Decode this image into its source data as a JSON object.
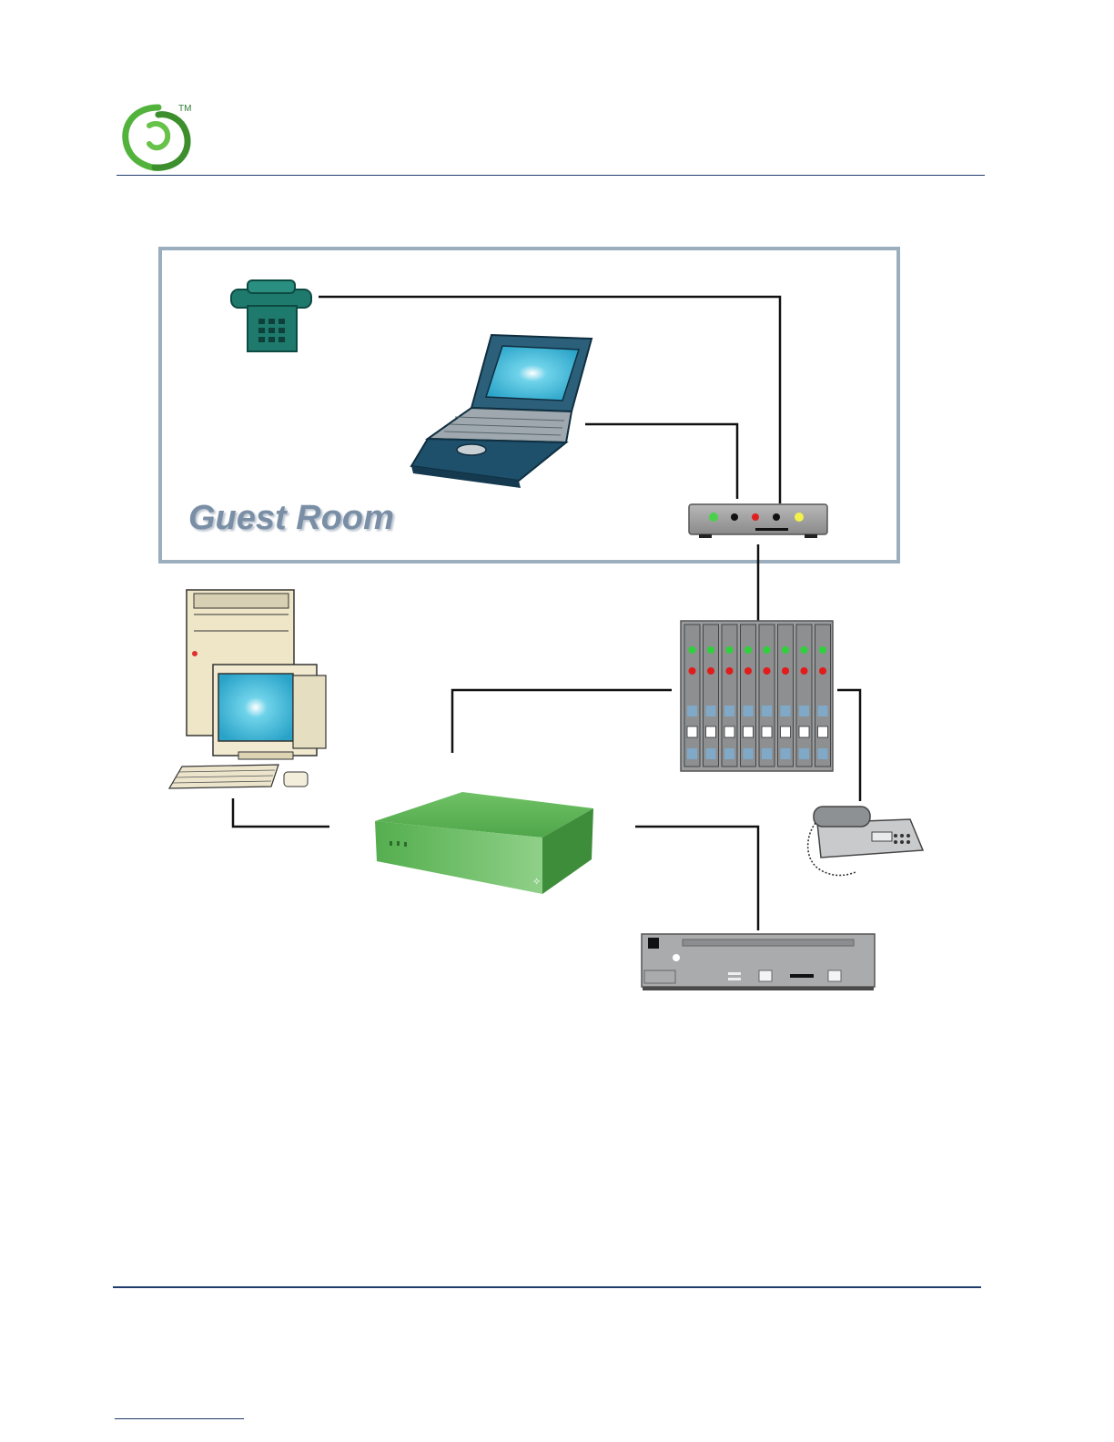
{
  "header": {
    "logo_icon": "green-swirl-logo",
    "trademark": "TM"
  },
  "diagram": {
    "room_label": "Guest Room",
    "nodes": [
      {
        "id": "room-phone",
        "icon": "desk-phone-icon"
      },
      {
        "id": "laptop",
        "icon": "laptop-icon"
      },
      {
        "id": "room-gateway",
        "icon": "gateway-box-icon"
      },
      {
        "id": "switch-rack",
        "icon": "switch-rack-icon"
      },
      {
        "id": "workstation",
        "icon": "desktop-computer-icon"
      },
      {
        "id": "central-server",
        "icon": "green-server-icon"
      },
      {
        "id": "front-desk-phone",
        "icon": "telephone-icon"
      },
      {
        "id": "rack-unit",
        "icon": "rack-unit-icon"
      }
    ],
    "colors": {
      "room_border": "#9aaebe",
      "line": "#111111",
      "server": "#5fb75a",
      "phone_teal": "#1f7a6e",
      "laptop_blue": "#1e4f6b"
    }
  }
}
